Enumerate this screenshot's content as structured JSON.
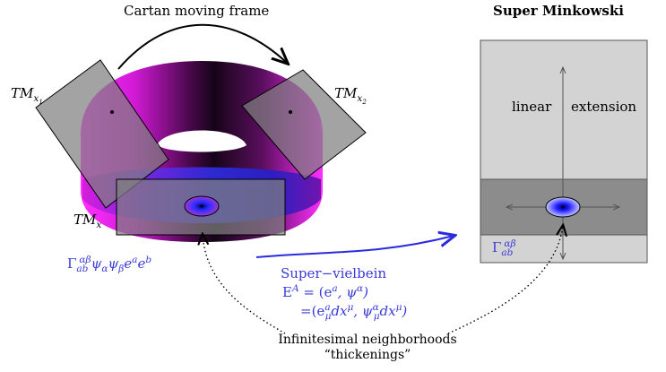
{
  "titles": {
    "left": "Cartan moving frame",
    "right": "Super Minkowski"
  },
  "tangent_spaces": {
    "x1": {
      "base": "TM",
      "sub": "x",
      "subsub": "1"
    },
    "x2": {
      "base": "TM",
      "sub": "x",
      "subsub": "2"
    },
    "x": {
      "base": "TM",
      "sub": "x"
    }
  },
  "gamma_left": {
    "symbol": "Γ",
    "sub": "ab",
    "sup": "αβ",
    "rest": "ψ α ψ β e a e b"
  },
  "gamma_right": {
    "symbol": "Γ",
    "sub": "ab",
    "sup": "αβ"
  },
  "minkowski": {
    "left_word": "linear",
    "right_word": "extension"
  },
  "vielbein": {
    "line1": "Super−vielbein",
    "line2_lhs": "E",
    "line2_sup": "A",
    "line2_rhs": " = (e",
    "line3": "=(e"
  },
  "caption": {
    "line1": "Infinitesimal neighborhoods",
    "line2": "“thickenings”"
  },
  "colors": {
    "torus_outer": "#ff2bff",
    "torus_dark": "#000000",
    "band_blue": "#2a2ae0",
    "gray_panel": "#7f7f7f",
    "light_panel": "#d3d3d3",
    "mid_panel": "#8c8c8c",
    "text_blue": "#3a3ad8"
  }
}
